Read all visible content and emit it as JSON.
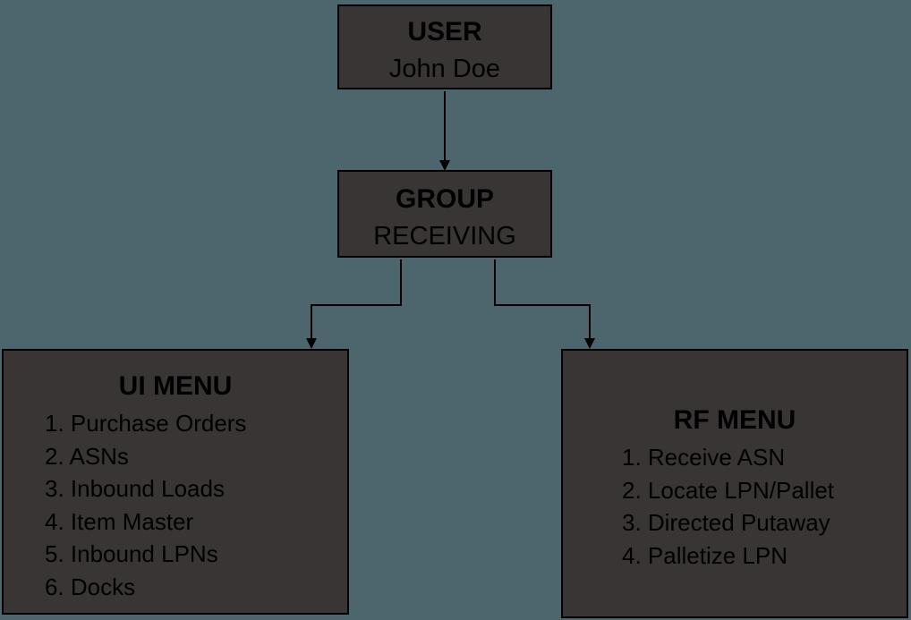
{
  "colors": {
    "background": "#4d666e",
    "box_fill": "#383534",
    "border": "#000000",
    "text": "#000000"
  },
  "nodes": {
    "user": {
      "title": "USER",
      "value": "John Doe"
    },
    "group": {
      "title": "GROUP",
      "value": "RECEIVING"
    },
    "ui_menu": {
      "title": "UI MENU",
      "items": [
        "1. Purchase Orders",
        "2. ASNs",
        "3. Inbound Loads",
        "4. Item Master",
        "5. Inbound LPNs",
        "6. Docks"
      ]
    },
    "rf_menu": {
      "title": "RF MENU",
      "items": [
        "1. Receive ASN",
        "2. Locate LPN/Pallet",
        "3. Directed Putaway",
        "4. Palletize LPN"
      ]
    }
  }
}
